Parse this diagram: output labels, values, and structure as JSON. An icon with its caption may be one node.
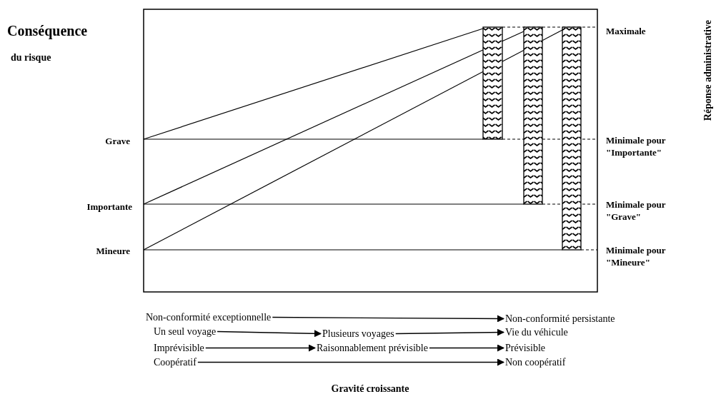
{
  "diagram": {
    "nodes": [
      {
        "text": [
          "Non-conformité exceptionnelle"
        ]
      },
      {
        "text": [
          "Non-conformité persistante"
        ]
      },
      {
        "text": [
          "Un seul voyage"
        ]
      },
      {
        "text": [
          "Plusieurs voyages"
        ]
      },
      {
        "text": [
          "Vie du véhicule"
        ]
      },
      {
        "text": [
          "Imprévisible"
        ]
      },
      {
        "text": [
          "Raisonnablement prévisible"
        ]
      },
      {
        "text": [
          "Prévisible"
        ]
      },
      {
        "text": [
          "Coopératif"
        ]
      },
      {
        "text": [
          "Non coopératif"
        ]
      }
    ],
    "edges": [
      {
        "from": 0,
        "to": 1,
        "arrow": "to"
      },
      {
        "from": 2,
        "to": 3,
        "arrow": "to"
      },
      {
        "from": 3,
        "to": 4,
        "arrow": "to"
      },
      {
        "from": 5,
        "to": 6,
        "arrow": "to"
      },
      {
        "from": 6,
        "to": 7,
        "arrow": "to"
      },
      {
        "from": 8,
        "to": 9,
        "arrow": "to"
      }
    ],
    "labels": [
      "Conséquence",
      "du risque",
      "Maximale",
      "Réponse administrative",
      "Grave",
      "Minimale pour \"Importante\"",
      "Importante",
      "Minimale pour \"Grave\"",
      "Mineure",
      "Minimale pour \"Mineure\"",
      "Gravité croissante"
    ]
  }
}
